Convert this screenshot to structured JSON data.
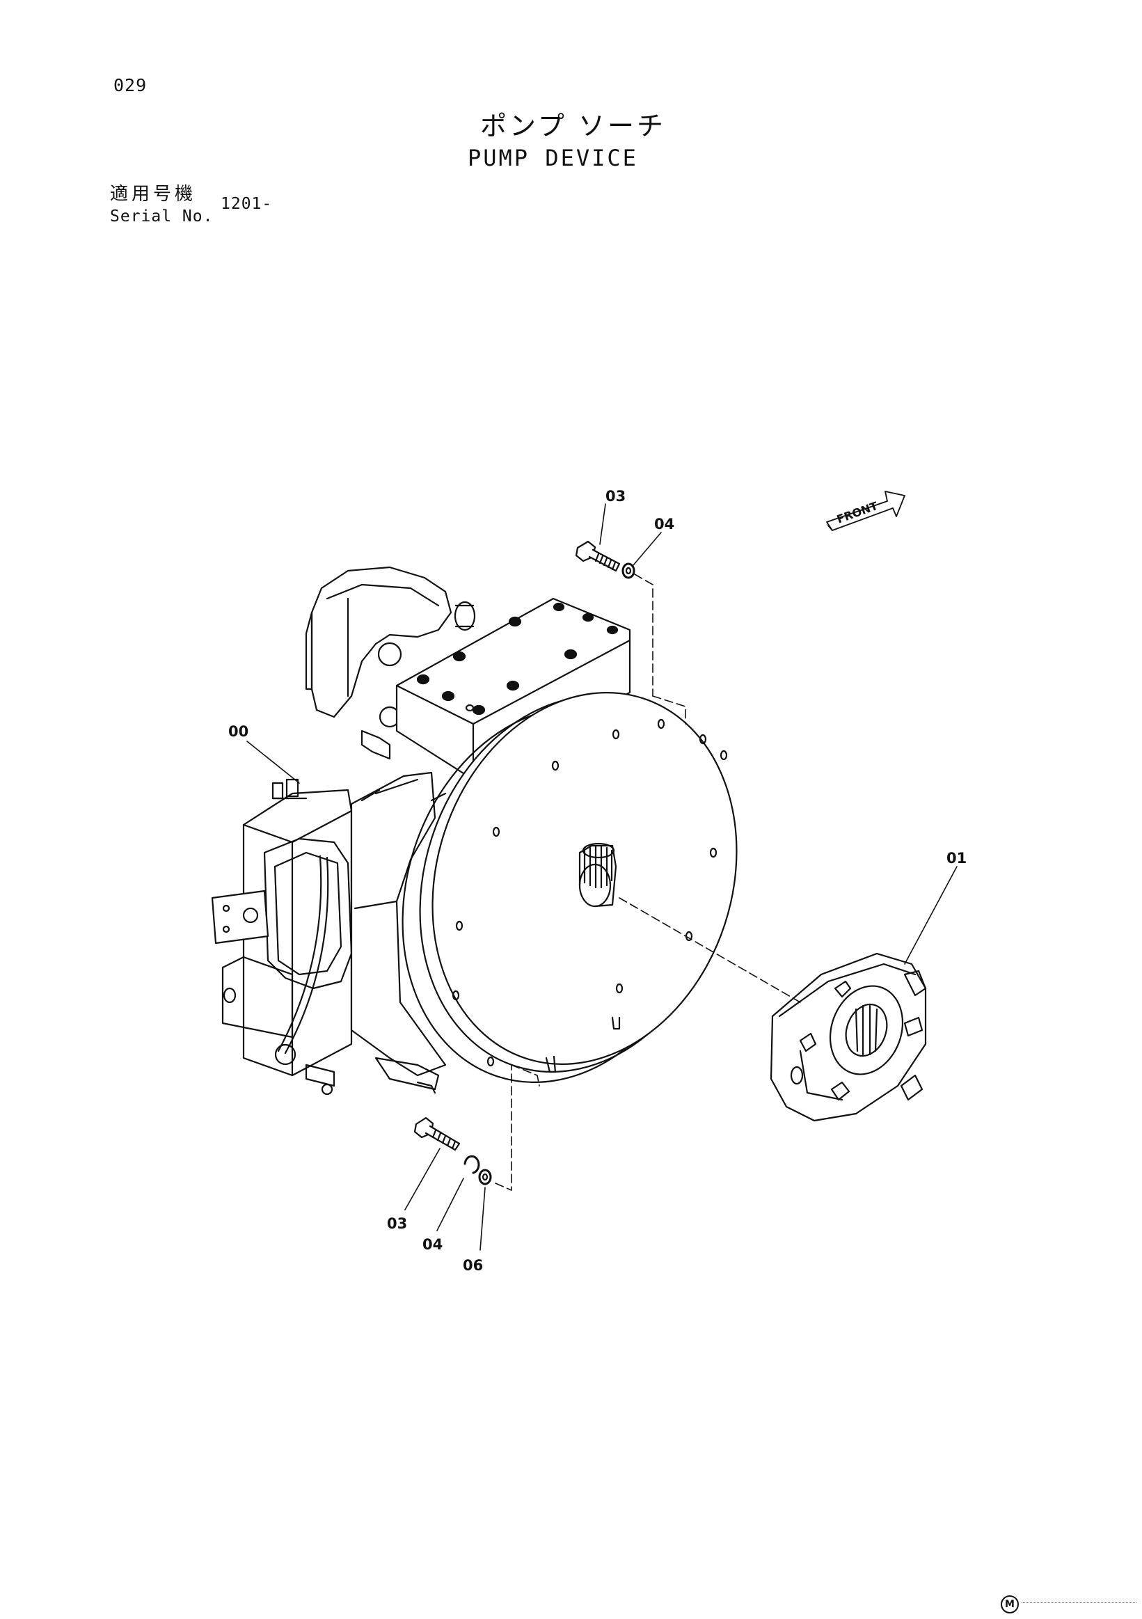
{
  "page": {
    "number": "029",
    "title_jp": "ポンプ ソーチ",
    "title_en": "PUMP DEVICE"
  },
  "serial": {
    "label_jp": "適用号機",
    "label_en": "Serial No.",
    "value": "1201-"
  },
  "callouts": {
    "c00": "00",
    "c01": "01",
    "c03_top": "03",
    "c04_top": "04",
    "c03_bottom": "03",
    "c04_bottom": "04",
    "c06_bottom": "06"
  },
  "front_arrow": {
    "label": "FRONT",
    "icon": "front-arrow-icon"
  },
  "footer_mark": {
    "symbol": "M",
    "icon": "circled-m-icon"
  }
}
